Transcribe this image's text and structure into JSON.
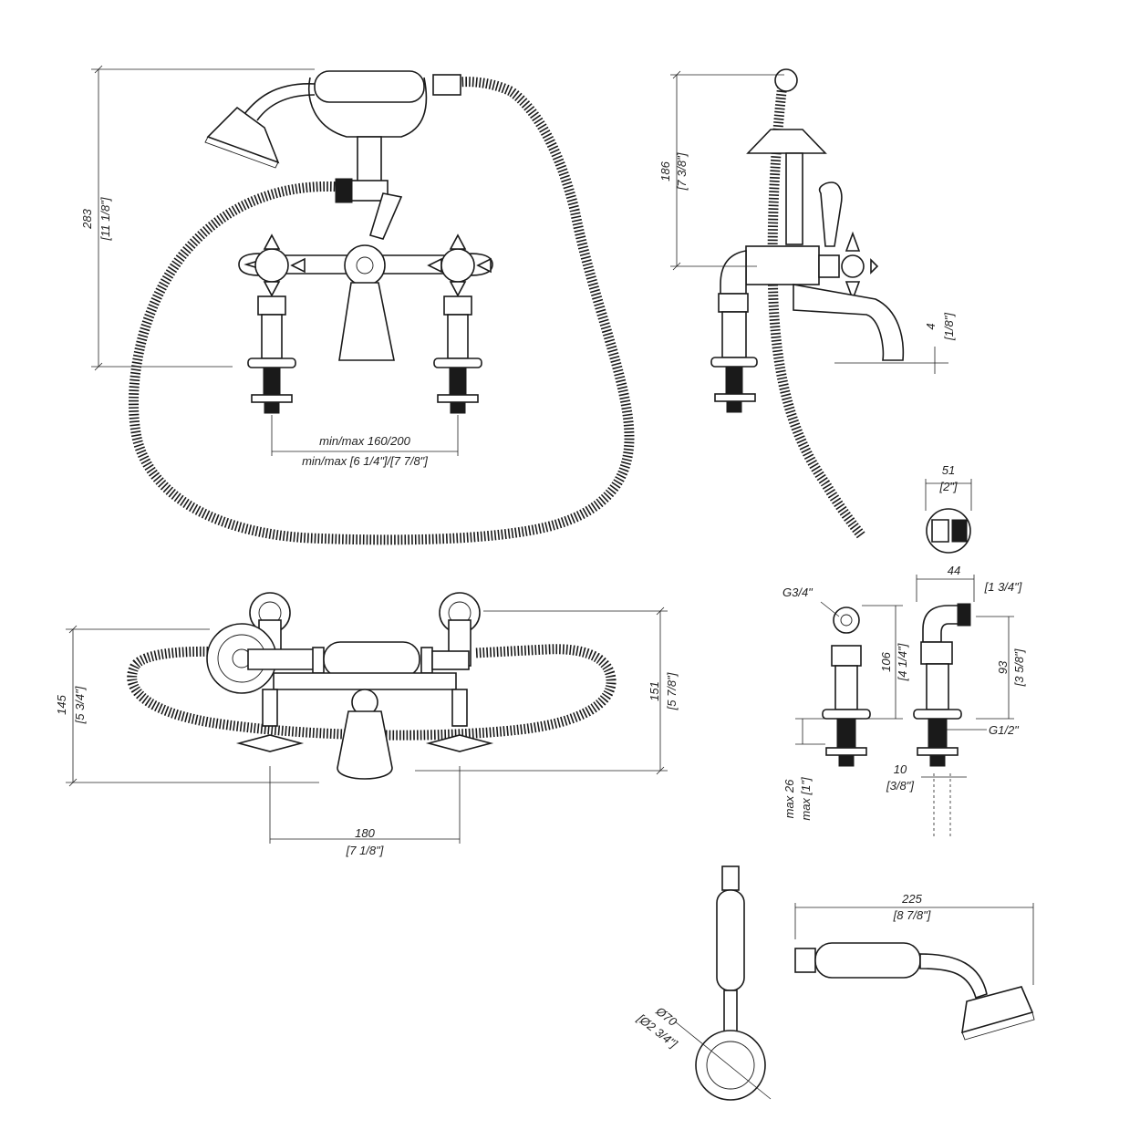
{
  "front_view": {
    "height_mm": "283",
    "height_in": "[11 1/8\"]",
    "centres_mm": "min/max 160/200",
    "centres_in": "min/max [6 1/4\"]/[7 7/8\"]"
  },
  "side_view": {
    "height_mm": "186",
    "height_in": "[7 3/8\"]",
    "spout_mm": "4",
    "spout_in": "[1/8\"]"
  },
  "top_view": {
    "depth_mm": "145",
    "depth_in": "[5 3/4\"]",
    "depth2_mm": "151",
    "depth2_in": "[5 7/8\"]",
    "centres_mm": "180",
    "centres_in": "[7 1/8\"]"
  },
  "leg_detail": {
    "width_mm": "51",
    "width_in": "[2\"]",
    "inlet_width_mm": "44",
    "inlet_width_in": "[1 3/4\"]",
    "thread_top": "G3/4\"",
    "leg_height_mm": "106",
    "leg_height_in": "[4 1/4\"]",
    "inlet_height_mm": "93",
    "inlet_height_in": "[3 5/8\"]",
    "thread_bottom": "G1/2\"",
    "tail_mm": "10",
    "tail_in": "[3/8\"]",
    "max_deck_mm": "max 26",
    "max_deck_in": "max [1\"]"
  },
  "handset": {
    "diameter_mm": "Ø70",
    "diameter_in": "[Ø2 3/4\"]",
    "length_mm": "225",
    "length_in": "[8 7/8\"]"
  }
}
